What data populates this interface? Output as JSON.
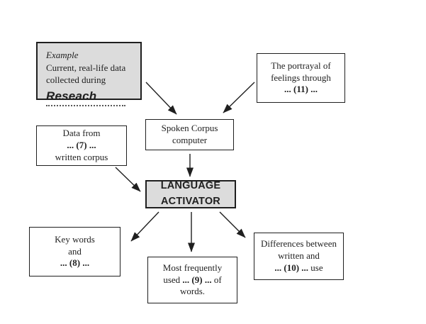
{
  "diagram": {
    "description": "Flowchart of how the Language Activator dictionary was compiled",
    "colors": {
      "box_fill_gray": "#dcdcdc",
      "ink": "#1f1f1f",
      "background": "#ffffff"
    },
    "boxes": {
      "example": {
        "heading": "Example",
        "line1": "Current, real-life data",
        "line2": "collected during",
        "answer": "Reseach"
      },
      "portrayal": {
        "line1": "The portrayal of",
        "line2": "feelings through",
        "line3": "... (11) ..."
      },
      "data_source": {
        "line1": "Data from",
        "line2": "... (7) ...",
        "line3": "written corpus"
      },
      "spoken": {
        "line1": "Spoken Corpus",
        "line2": "computer"
      },
      "activator": {
        "line1": "LANGUAGE",
        "line2": "ACTIVATOR"
      },
      "keywords": {
        "line1": "Key words",
        "line2": "and",
        "line3": "... (8) ..."
      },
      "frequent": {
        "line1": "Most frequently",
        "line2_pre": "used ",
        "line2_blank": "... (9) ...",
        "line2_post": " of",
        "line3": "words."
      },
      "differences": {
        "line1": "Differences between",
        "line2": "written and",
        "line3_blank": "... (10) ...",
        "line3_post": " use"
      }
    }
  }
}
